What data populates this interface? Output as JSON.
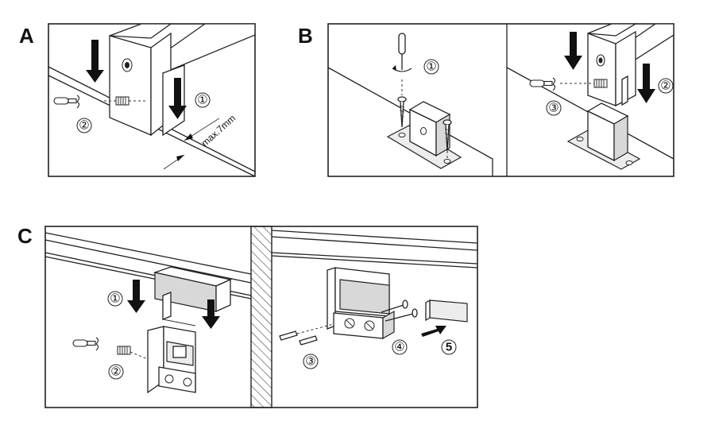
{
  "sections": [
    {
      "id": "A",
      "label": "A",
      "steps": [
        "①",
        "②"
      ],
      "dimension": "max.7mm"
    },
    {
      "id": "B",
      "label": "B",
      "steps": [
        "①",
        "②",
        "③"
      ]
    },
    {
      "id": "C",
      "label": "C",
      "steps": [
        "①",
        "②",
        "③",
        "④",
        "5"
      ]
    }
  ]
}
